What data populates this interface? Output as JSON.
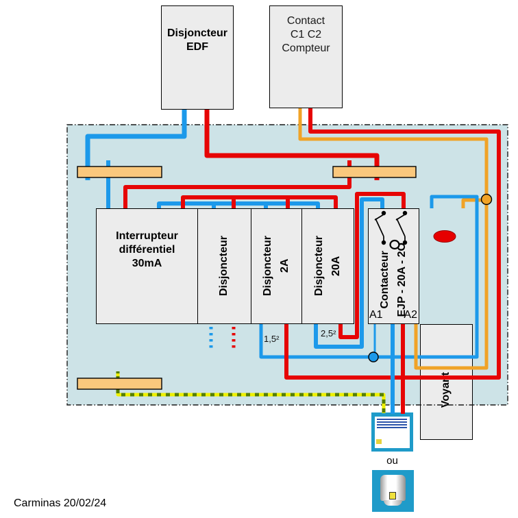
{
  "colors": {
    "wire_blue": "#1c99ea",
    "wire_red": "#e60505",
    "wire_orange": "#f0a327",
    "earth_yellow": "#eef000",
    "earth_green": "#567f00",
    "busbar_fill": "#fac87d",
    "panel_bg": "#cde3e7",
    "module_bg": "#ececec",
    "appliance_teal": "#1f9bc9",
    "lamp_red": "#e60000",
    "radiator_stripe_blue": "#2a52aa",
    "switch_yellow": "#e6d23c"
  },
  "source_boxes": {
    "edf_breaker_label": "Disjoncteur\nEDF",
    "meter_contact_label": "Contact\nC1 C2\nCompteur"
  },
  "panel": {
    "differential_switch_label": "Interrupteur\ndifférentiel\n30mA",
    "breaker_label": "Disjoncteur",
    "breaker_2a_label": "Disjoncteur\n2A",
    "breaker_20a_label": "Disjoncteur\n20A",
    "contactor_label": "Contacteur\nEJP - 20A - 2O",
    "contactor_terminal_a1": "A1",
    "contactor_terminal_a2": "A2",
    "indicator_label": "Voyant",
    "wire_size_2a_circuit": "1,5²",
    "wire_size_20a_circuit": "2,5²"
  },
  "loads": {
    "alternative_label": "ou"
  },
  "footer": {
    "credit": "Carminas 20/02/24"
  },
  "icons": {
    "radiator": "radiator-icon",
    "water_heater": "water-heater-icon",
    "indicator_lamp": "lamp-icon",
    "contactor_contacts": "no-contact-switch-icon",
    "neutral_junction": "junction-dot-blue",
    "phase_junction": "junction-dot-orange"
  }
}
